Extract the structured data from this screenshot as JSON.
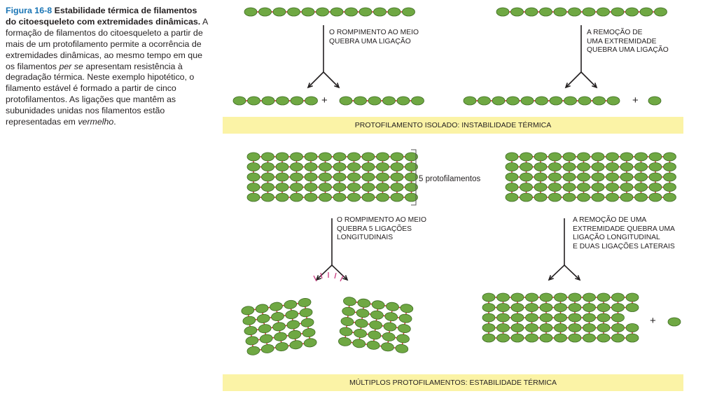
{
  "caption": {
    "figure_number": "Figura 16-8",
    "title": "Estabilidade térmica de filamentos do citoesqueleto com extremidades dinâmicas.",
    "body_1": " A formação de filamentos do citoesqueleto a partir de mais de um protofilamento permite a ocorrência de extremidades dinâmicas, ao mesmo tempo em que os filamentos ",
    "body_italic_1": "per se",
    "body_2": " apresentam resistência à degradação térmica. Neste exemplo hipotético, o filamento estável é formado a partir de cinco protofilamentos. As ligações que mantêm as subunidades unidas nos filamentos estão representadas em ",
    "body_italic_2": "vermelho",
    "body_3": "."
  },
  "top_section": {
    "left_label_1": "O rompimento ao meio",
    "left_label_2": "quebra uma ligação",
    "right_label_1": "A remoção de",
    "right_label_2": "uma extremidade",
    "right_label_3": "quebra uma ligação",
    "banner": "PROTOFILAMENTO ISOLADO: INSTABILIDADE TÉRMICA"
  },
  "bottom_section": {
    "protofilament_count_label": "5 protofilamentos",
    "left_label_1": "O rompimento ao meio",
    "left_label_2": "quebra 5 ligações",
    "left_label_3": "longitudinais",
    "right_label_1": "A remoção de uma",
    "right_label_2": "extremidade quebra uma",
    "right_label_3": "ligação longitudinal",
    "right_label_4": "e duas ligações laterais",
    "banner": "MÚLTIPLOS PROTOFILAMENTOS: ESTABILIDADE TÉRMICA"
  },
  "plus_sign": "+",
  "colors": {
    "subunit_fill": "#6fa843",
    "subunit_stroke": "#3d6b21",
    "bond": "#d62e2e",
    "banner": "#fbf3a6",
    "figure_number": "#1a75b5"
  }
}
